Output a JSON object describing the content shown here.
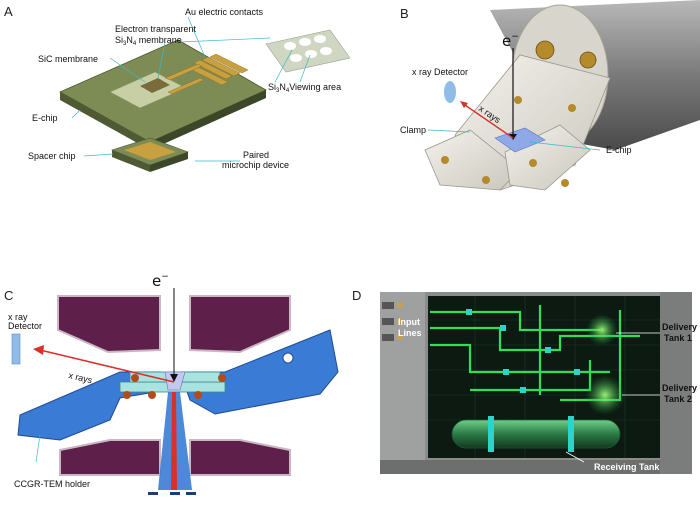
{
  "panel_a": {
    "letter": "A",
    "au_contacts": "Au electric contacts",
    "membrane_line1": "Electron transparent",
    "membrane_line2_main": "Si",
    "membrane_line2_sub1": "3",
    "membrane_line2_mid": "N",
    "membrane_line2_sub2": "4",
    "membrane_line2_tail": " membrane",
    "sic_membrane": "SiC membrane",
    "viewing_main": "Si",
    "viewing_sub1": "3",
    "viewing_mid": "N",
    "viewing_sub2": "4",
    "viewing_tail": "Viewing area",
    "e_chip": "E-chip",
    "spacer_chip": "Spacer chip",
    "paired_line1": "Paired",
    "paired_line2": "microchip device"
  },
  "panel_b": {
    "letter": "B",
    "electron": "e",
    "electron_sup": "−",
    "xray_detector": "x ray Detector",
    "xrays": "x rays",
    "clamp": "Clamp",
    "e_chip": "E-chip"
  },
  "panel_c": {
    "letter": "C",
    "electron": "e",
    "electron_sup": "−",
    "xray_line1": "x ray",
    "xray_line2": "Detector",
    "xrays": "x rays",
    "holder": "CCGR-TEM holder"
  },
  "panel_d": {
    "letter": "D",
    "input_line1": "Input",
    "input_line2": "Lines",
    "delivery1_line1": "Delivery",
    "delivery1_line2": "Tank 1",
    "delivery2_line1": "Delivery",
    "delivery2_line2": "Tank 2",
    "receiving": "Receiving Tank"
  },
  "colors": {
    "chip_green": "#8a9a5b",
    "gold": "#c8a040",
    "holder_blue": "#3a7bd5",
    "pole_purple": "#5e1f4a",
    "xray_red": "#d9302a",
    "glow_green": "#39ff6a"
  }
}
